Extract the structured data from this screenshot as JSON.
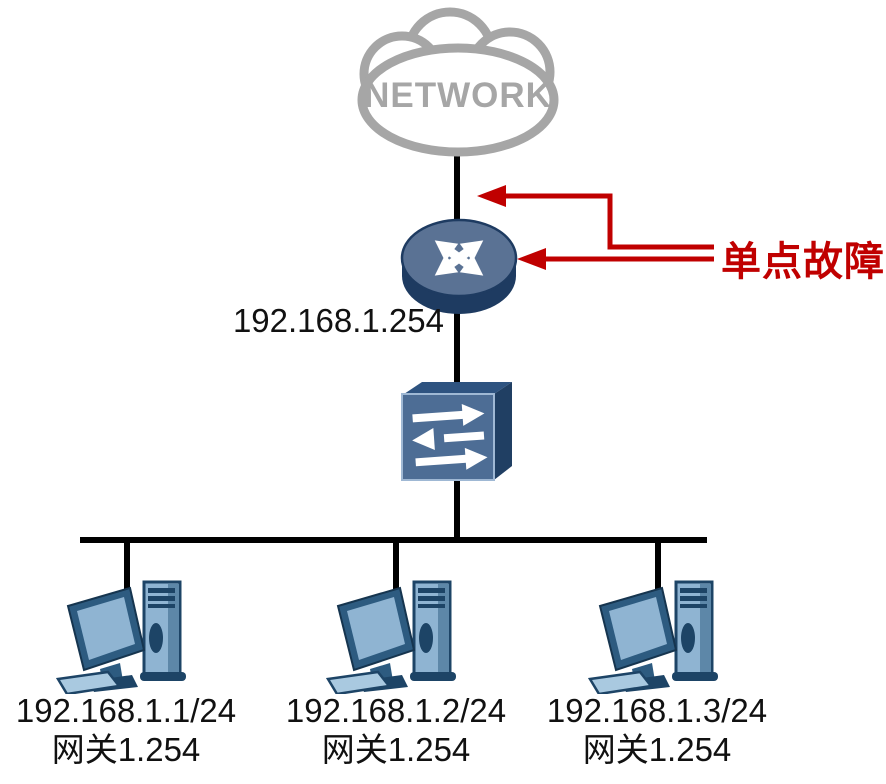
{
  "diagram": {
    "title_hint": "network-single-point-of-failure-topology",
    "cloud": {
      "label": "NETWORK",
      "icon": "cloud-icon",
      "color": "#a6a6a6"
    },
    "router": {
      "ip": "192.168.1.254",
      "icon": "router-icon"
    },
    "switch": {
      "icon": "switch-icon"
    },
    "annotation": {
      "label": "单点故障",
      "color": "#c00000",
      "targets": [
        "uplink-line",
        "router-icon"
      ]
    },
    "hosts": [
      {
        "ip": "192.168.1.1/24",
        "gateway": "网关1.254",
        "icon": "pc-icon"
      },
      {
        "ip": "192.168.1.2/24",
        "gateway": "网关1.254",
        "icon": "pc-icon"
      },
      {
        "ip": "192.168.1.3/24",
        "gateway": "网关1.254",
        "icon": "pc-icon"
      }
    ],
    "colors": {
      "line_black": "#000000",
      "fault_red": "#c00000",
      "cloud_gray": "#a6a6a6",
      "device_navy": "#1e3b61",
      "device_slate": "#5a7294",
      "device_light_blue": "#8fb4d2"
    }
  }
}
